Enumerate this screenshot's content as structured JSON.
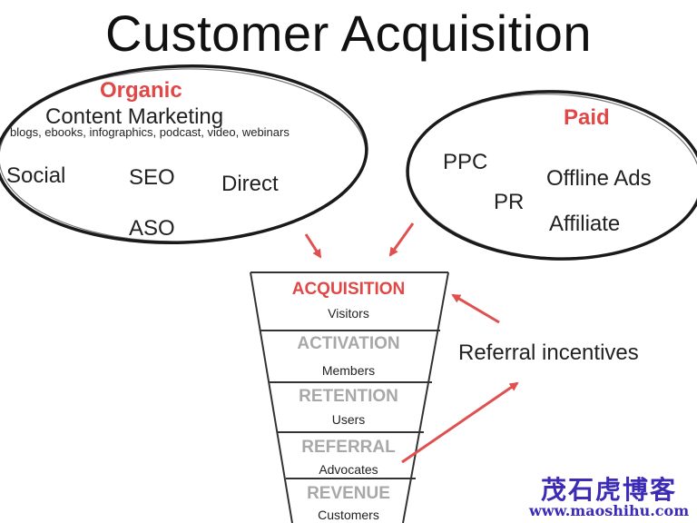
{
  "title": "Customer Acquisition",
  "organic": {
    "heading": "Organic",
    "content_marketing": "Content Marketing",
    "content_detail": "blogs, ebooks, infographics, podcast, video, webinars",
    "items": [
      "Social",
      "SEO",
      "Direct",
      "ASO"
    ]
  },
  "paid": {
    "heading": "Paid",
    "items": [
      "PPC",
      "Offline Ads",
      "PR",
      "Affiliate"
    ]
  },
  "funnel": [
    {
      "name": "ACQUISITION",
      "sub": "Visitors",
      "state": "active"
    },
    {
      "name": "ACTIVATION",
      "sub": "Members",
      "state": "dim"
    },
    {
      "name": "RETENTION",
      "sub": "Users",
      "state": "dim"
    },
    {
      "name": "REFERRAL",
      "sub": "Advocates",
      "state": "dim"
    },
    {
      "name": "REVENUE",
      "sub": "Customers",
      "state": "dim"
    }
  ],
  "referral_label": "Referral incentives",
  "watermark": {
    "cn": "茂石虎博客",
    "url": "www.maoshihu.com"
  },
  "colors": {
    "accent_red": "#e04848",
    "dim_gray": "#a8a8a8",
    "watermark_blue": "#3b2bb5"
  }
}
